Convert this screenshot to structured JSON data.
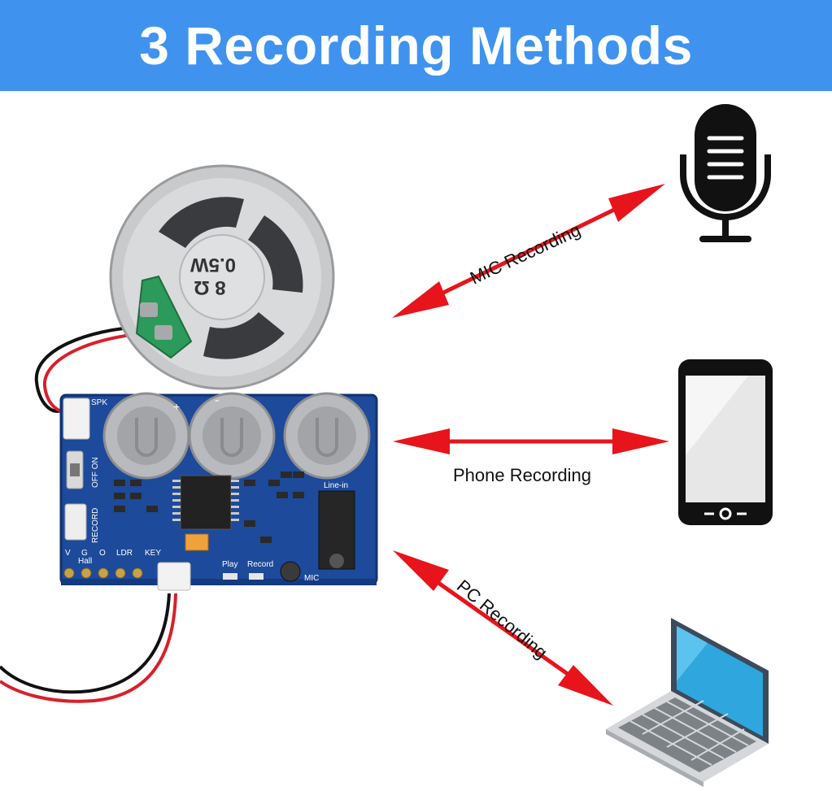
{
  "header": {
    "title": "3 Recording Methods"
  },
  "colors": {
    "banner": "#3f93ee",
    "arrow": "#e8141b",
    "board": "#1d4a9a"
  },
  "methods": [
    {
      "label": "MIC Recording",
      "icon": "microphone-icon"
    },
    {
      "label": "Phone Recording",
      "icon": "smartphone-icon"
    },
    {
      "label": "PC Recording",
      "icon": "laptop-icon"
    }
  ],
  "speaker": {
    "marking_1": "0.5W",
    "marking_2": "8 Ω"
  },
  "board_labels": {
    "spk": "SPK",
    "off_on": "OFF ON",
    "record": "RECORD",
    "line_in": "Line-in",
    "play": "Play",
    "record_btn": "Record",
    "mic": "MIC",
    "key": "KEY",
    "ldr": "LDR",
    "hall": "Hall",
    "g": "G",
    "v": "V",
    "o": "O",
    "plus": "+",
    "minus": "-"
  }
}
